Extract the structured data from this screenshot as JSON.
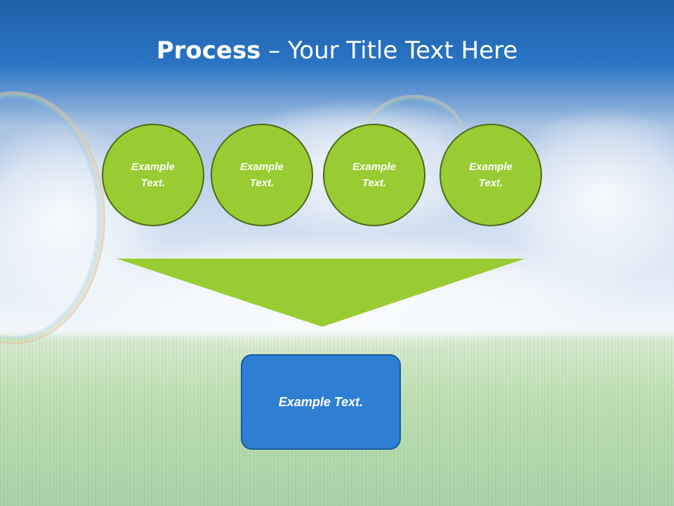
{
  "slide": {
    "title_bold": "Process",
    "title_rest": " – Your Title Text Here"
  },
  "inputs": [
    {
      "label": "Example Text."
    },
    {
      "label": "Example Text."
    },
    {
      "label": "Example Text."
    },
    {
      "label": "Example Text."
    }
  ],
  "output": {
    "label": "Example Text."
  },
  "colors": {
    "circle_fill": "#99cc33",
    "circle_border": "#4b6b1a",
    "funnel_fill": "#99cc33",
    "box_fill": "#2e7fd4",
    "box_border": "#1d5b9d",
    "title_text": "#ffffff"
  }
}
